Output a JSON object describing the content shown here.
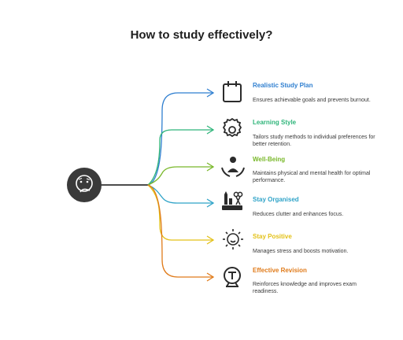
{
  "title": "How to study effectively?",
  "center": {
    "icon": "thinking-face-icon"
  },
  "items": [
    {
      "title": "Realistic Study Plan",
      "desc": "Ensures achievable goals and prevents burnout.",
      "color": "#2f7fd0",
      "icon": "calendar-icon"
    },
    {
      "title": "Learning Style",
      "desc": "Tailors study methods to individual preferences for better retention.",
      "color": "#2fb57a",
      "icon": "brain-gear-icon"
    },
    {
      "title": "Well-Being",
      "desc": "Maintains physical and mental health for optimal performance.",
      "color": "#79b82a",
      "icon": "person-care-icon"
    },
    {
      "title": "Stay Organised",
      "desc": "Reduces clutter and enhances focus.",
      "color": "#2fa3c8",
      "icon": "desk-organiser-icon"
    },
    {
      "title": "Stay Positive",
      "desc": "Manages stress and boosts motivation.",
      "color": "#e3c117",
      "icon": "sun-smile-icon"
    },
    {
      "title": "Effective Revision",
      "desc": "Reinforces knowledge and improves exam readiness.",
      "color": "#e07b1a",
      "icon": "magnifier-text-icon"
    }
  ]
}
